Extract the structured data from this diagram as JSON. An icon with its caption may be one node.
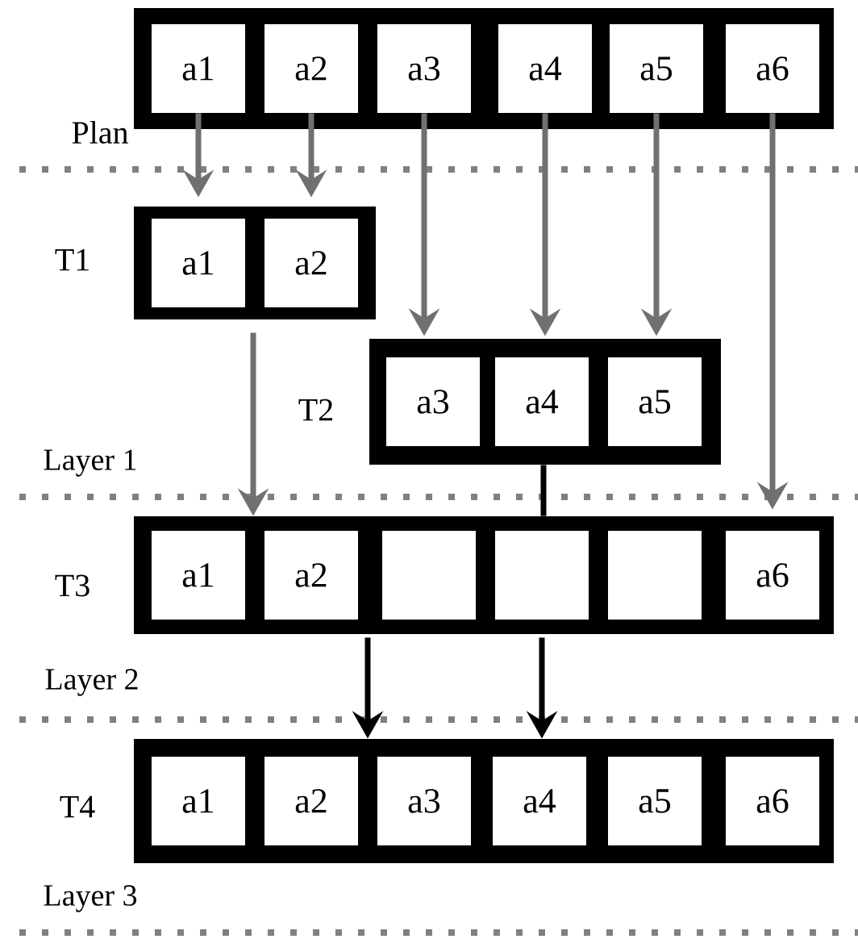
{
  "diagram": {
    "nodes": [
      {
        "text": [],
        "shape": "box",
        "beside": [
          "Plan"
        ]
      },
      {
        "text": [
          "a1"
        ],
        "in": 0
      },
      {
        "text": [
          "a2"
        ],
        "in": 0
      },
      {
        "text": [
          "a3"
        ],
        "in": 0
      },
      {
        "text": [
          "a4"
        ],
        "in": 0
      },
      {
        "text": [
          "a5"
        ],
        "in": 0
      },
      {
        "text": [
          "a6"
        ],
        "in": 0
      },
      {
        "text": [],
        "shape": "box",
        "beside": [
          "T1"
        ]
      },
      {
        "text": [
          "a1"
        ],
        "in": 7
      },
      {
        "text": [
          "a2"
        ],
        "in": 7
      },
      {
        "text": [],
        "shape": "box",
        "beside": [
          "T2"
        ]
      },
      {
        "text": [
          "a3"
        ],
        "in": 10
      },
      {
        "text": [
          "a4"
        ],
        "in": 10
      },
      {
        "text": [
          "a5"
        ],
        "in": 10
      },
      {
        "text": [],
        "shape": "box",
        "beside": [
          "T3"
        ]
      },
      {
        "text": [
          "a1"
        ],
        "in": 14
      },
      {
        "text": [
          "a2"
        ],
        "in": 14
      },
      {
        "text": [],
        "shape": "box",
        "in": 14
      },
      {
        "text": [],
        "shape": "box",
        "in": 14
      },
      {
        "text": [],
        "shape": "box",
        "in": 14
      },
      {
        "text": [
          "a6"
        ],
        "in": 14
      },
      {
        "text": [],
        "shape": "box",
        "beside": [
          "T4"
        ]
      },
      {
        "text": [
          "a1"
        ],
        "in": 21
      },
      {
        "text": [
          "a2"
        ],
        "in": 21
      },
      {
        "text": [
          "a3"
        ],
        "in": 21
      },
      {
        "text": [
          "a4"
        ],
        "in": 21
      },
      {
        "text": [
          "a5"
        ],
        "in": 21
      },
      {
        "text": [
          "a6"
        ],
        "in": 21
      }
    ],
    "edges": [
      {
        "from": 1,
        "to": 8,
        "arrow": "to"
      },
      {
        "from": 2,
        "to": 9,
        "arrow": "to"
      },
      {
        "from": 3,
        "to": 11,
        "arrow": "to"
      },
      {
        "from": 4,
        "to": 12,
        "arrow": "to"
      },
      {
        "from": 5,
        "to": 13,
        "arrow": "to"
      },
      {
        "from": 6,
        "to": 20,
        "arrow": "to"
      },
      {
        "from": 7,
        "to": 14,
        "arrow": "to"
      },
      {
        "from": 10,
        "to": 14,
        "arrow": "none",
        "color": "#000000"
      },
      {
        "from": 14,
        "to": 21,
        "arrow": "to",
        "color": "#000000"
      },
      {
        "from": 14,
        "to": 21,
        "arrow": "to",
        "color": "#000000"
      }
    ],
    "labels": [
      "Layer 1",
      "Layer 2",
      "Layer 3"
    ]
  }
}
